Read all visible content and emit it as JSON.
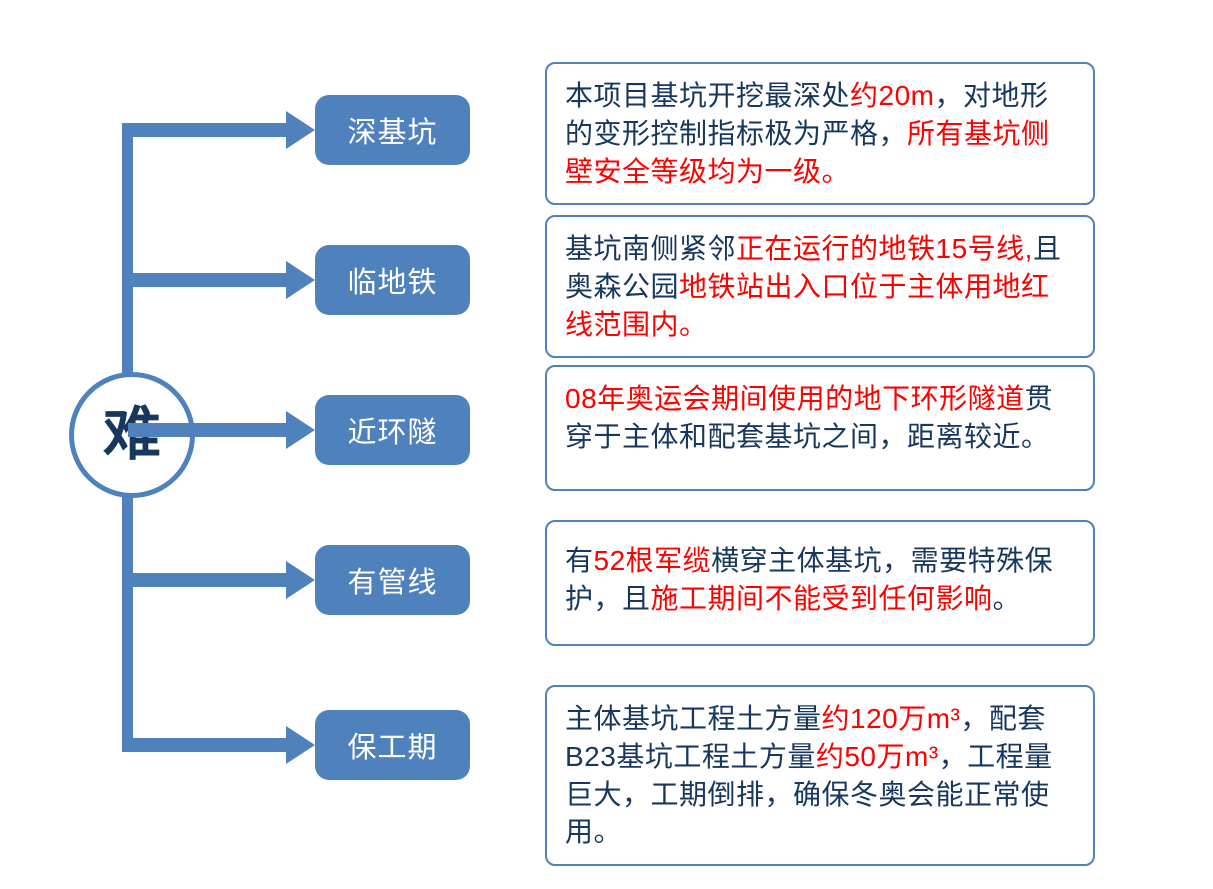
{
  "diagram": {
    "center_label": "难",
    "colors": {
      "accent_blue": "#4f81bd",
      "body_text": "#17375e",
      "highlight_red": "#ff0000"
    },
    "rows": [
      {
        "label": "深基坑",
        "segments": [
          {
            "text": "本项目基坑开挖最深处",
            "color": "dark"
          },
          {
            "text": "约20m",
            "color": "red"
          },
          {
            "text": "，对地形的变形控制指标极为严格，",
            "color": "dark"
          },
          {
            "text": "所有基坑侧壁安全等级均为一级。",
            "color": "red"
          }
        ]
      },
      {
        "label": "临地铁",
        "segments": [
          {
            "text": "基坑南侧紧邻",
            "color": "dark"
          },
          {
            "text": "正在运行的地铁15号线,",
            "color": "red"
          },
          {
            "text": "且奥森公园",
            "color": "dark"
          },
          {
            "text": "地铁站出入口位于主体用地红线范围内。",
            "color": "red"
          }
        ]
      },
      {
        "label": "近环隧",
        "segments": [
          {
            "text": "08年奥运会期间使用的地下环形隧道",
            "color": "red"
          },
          {
            "text": "贯穿于主体和配套基坑之间，距离较近。",
            "color": "dark"
          }
        ]
      },
      {
        "label": "有管线",
        "segments": [
          {
            "text": "有",
            "color": "dark"
          },
          {
            "text": "52根军缆",
            "color": "red"
          },
          {
            "text": "横穿主体基坑，需要特殊保护，且",
            "color": "dark"
          },
          {
            "text": "施工期间不能受到任何影响",
            "color": "red"
          },
          {
            "text": "。",
            "color": "dark"
          }
        ]
      },
      {
        "label": "保工期",
        "segments": [
          {
            "text": "主体基坑工程土方量",
            "color": "dark"
          },
          {
            "text": "约120万m³",
            "color": "red"
          },
          {
            "text": "，配套B23基坑工程土方量",
            "color": "dark"
          },
          {
            "text": "约50万m³",
            "color": "red"
          },
          {
            "text": "，工程量巨大，工期倒排，确保冬奥会能正常使用。",
            "color": "dark"
          }
        ]
      }
    ]
  }
}
